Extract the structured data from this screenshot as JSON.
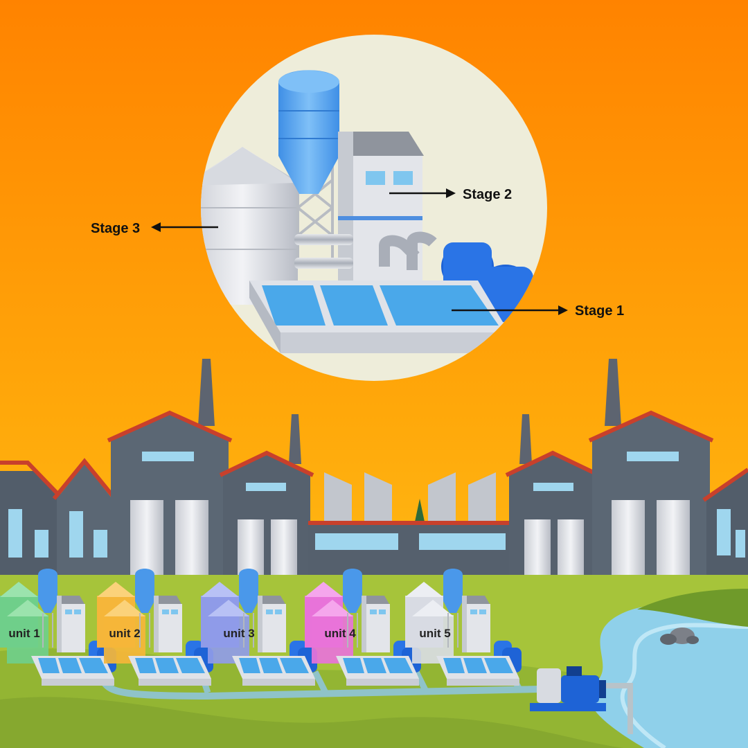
{
  "callout_labels": {
    "stage_1": "Stage 1",
    "stage_2": "Stage 2",
    "stage_3": "Stage 3"
  },
  "units": [
    {
      "label": "unit 1",
      "silo_color": "#6fcf8a",
      "silo_top": "#9be3ad"
    },
    {
      "label": "unit 2",
      "silo_color": "#f5b63a",
      "silo_top": "#fbd27a"
    },
    {
      "label": "unit 3",
      "silo_color": "#8f9be8",
      "silo_top": "#b8c1f5"
    },
    {
      "label": "unit 4",
      "silo_color": "#e873d9",
      "silo_top": "#f5a6ec"
    },
    {
      "label": "unit 5",
      "silo_color": "#d8dbe3",
      "silo_top": "#eceef3"
    }
  ],
  "colors": {
    "sky_top": "#ff8a00",
    "sky_bottom": "#ffc21a",
    "circle_bg": "#eeedda",
    "factory_wall": "#5a6673",
    "roof": "#c83a2a",
    "grass": "#a8c63c",
    "river": "#8fd0ea",
    "water_blue": "#4aa8ea",
    "pump_blue": "#1e63d6"
  }
}
